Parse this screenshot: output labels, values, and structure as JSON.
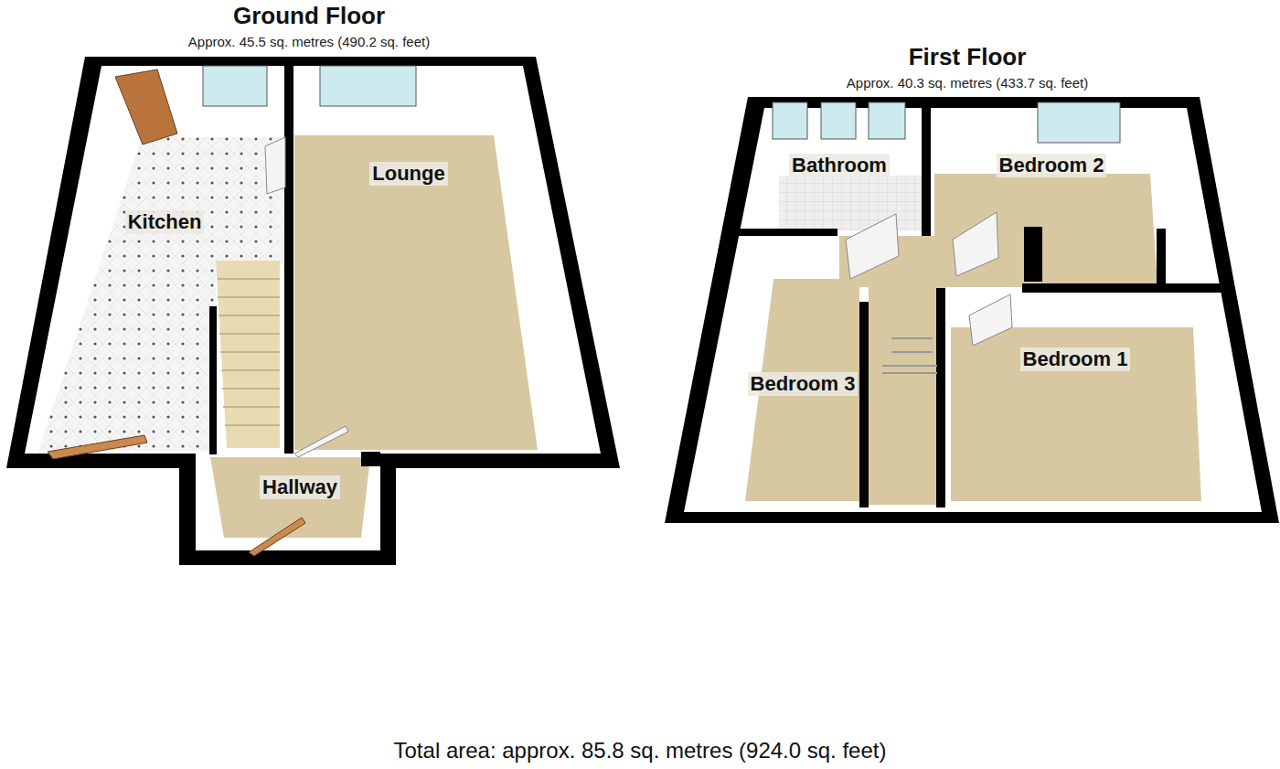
{
  "diagram": {
    "caption": "Total area: approx. 85.8 sq. metres (924.0 sq. feet)",
    "nodes": [
      {
        "text": [
          "Ground Floor",
          "Approx. 45.5 sq. metres (490.2 sq. feet)"
        ]
      },
      {
        "text": [
          "Kitchen"
        ],
        "in": 0
      },
      {
        "text": [
          "Lounge"
        ],
        "in": 0
      },
      {
        "text": [
          "Hallway"
        ],
        "in": 0
      },
      {
        "text": [
          "First Floor",
          "Approx. 40.3 sq. metres (433.7 sq. feet)"
        ]
      },
      {
        "text": [
          "Bathroom"
        ],
        "in": 4
      },
      {
        "text": [
          "Bedroom 2"
        ],
        "in": 4
      },
      {
        "text": [
          "Bedroom 3"
        ],
        "in": 4
      },
      {
        "text": [
          "Bedroom 1"
        ],
        "in": 4
      }
    ]
  }
}
